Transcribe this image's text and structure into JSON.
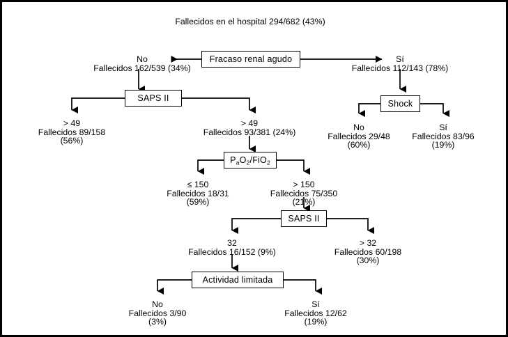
{
  "figure": {
    "type": "decision-tree",
    "border_color": "#000000",
    "background": "#ffffff",
    "line_color": "#000000"
  },
  "root": {
    "name": "root-outcome",
    "line1": "Fallecidos en el hospital",
    "line2": "294/682",
    "line3": "(43%)"
  },
  "nodes": {
    "fracaso": "Fracaso renal agudo",
    "saps1": "SAPS II",
    "shock": "Shock",
    "pafi": "PaO2/FiO2",
    "pafi_p": "P",
    "pafi_a": "a",
    "pafi_o": "O",
    "pafi_2a": "2",
    "pafi_slash": "/FiO",
    "pafi_2b": "2",
    "saps2": "SAPS II",
    "actividad": "Actividad limitada"
  },
  "branches": {
    "fracaso_no": {
      "name": "fracaso-no",
      "line1": "No",
      "line2": "Fallecidos 162/539 (34%)",
      "line3": ""
    },
    "fracaso_si": {
      "name": "fracaso-si",
      "line1": "Sí",
      "line2": "Fallecidos 112/143 (78%)",
      "line3": ""
    },
    "saps1_left": {
      "name": "saps1-left",
      "line1": "> 49",
      "line2": "Fallecidos 89/158",
      "line3": "(56%)"
    },
    "saps1_right": {
      "name": "saps1-right",
      "line1": "> 49",
      "line2": "Fallecidos 93/381 (24%)",
      "line3": ""
    },
    "shock_no": {
      "name": "shock-no",
      "line1": "No",
      "line2": "Fallecidos 29/48",
      "line3": "(60%)"
    },
    "shock_si": {
      "name": "shock-si",
      "line1": "Sí",
      "line2": "Fallecidos 83/96",
      "line3": "(19%)"
    },
    "pafi_low": {
      "name": "pafi-low",
      "line1": "≤ 150",
      "line2": "Fallecidos 18/31",
      "line3": "(59%)"
    },
    "pafi_high": {
      "name": "pafi-high",
      "line1": "> 150",
      "line2": "Fallecidos 75/350",
      "line3": "(21%)"
    },
    "saps2_left": {
      "name": "saps2-left",
      "line1": "32",
      "line2": "Fallecidos 16/152 (9%)",
      "line3": ""
    },
    "saps2_right": {
      "name": "saps2-right",
      "line1": "> 32",
      "line2": "Fallecidos 60/198",
      "line3": "(30%)"
    },
    "actividad_no": {
      "name": "actividad-no",
      "line1": "No",
      "line2": "Fallecidos 3/90",
      "line3": "(3%)"
    },
    "actividad_si": {
      "name": "actividad-si",
      "line1": "Sí",
      "line2": "Fallecidos 12/62",
      "line3": "(19%)"
    }
  }
}
